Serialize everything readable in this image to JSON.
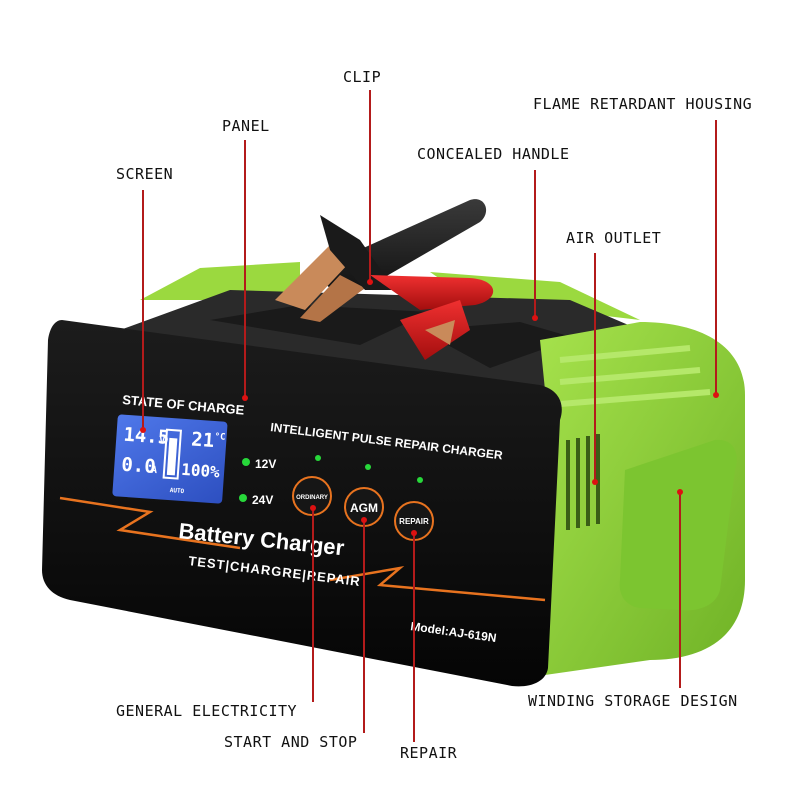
{
  "callouts": {
    "clip": "CLIP",
    "flame_retardant_housing": "FLAME RETARDANT HOUSING",
    "panel": "PANEL",
    "concealed_handle": "CONCEALED HANDLE",
    "screen": "SCREEN",
    "air_outlet": "AIR OUTLET",
    "general_electricity": "GENERAL ELECTRICITY",
    "start_and_stop": "START AND STOP",
    "repair": "REPAIR",
    "winding_storage_design": "WINDING STORAGE DESIGN"
  },
  "device": {
    "state_of_charge": "STATE OF CHARGE",
    "headline": "INTELLIGENT PULSE REPAIR CHARGER",
    "brand": "Battery Charger",
    "tagline": "TEST|CHARGRE|REPAIR",
    "model": "Model:AJ-619N",
    "indicator_12v": "12V",
    "indicator_24v": "24V",
    "lcd": {
      "voltage": "14.5",
      "voltage_unit": "V",
      "current": "0.0",
      "current_unit": "A",
      "temperature": "21",
      "temperature_unit": "°C",
      "percent": "100%",
      "mode": "AUTO"
    },
    "buttons": {
      "ordinary": "ORDINARY",
      "agm": "AGM",
      "repair": "REPAIR"
    }
  },
  "colors": {
    "housing_green": "#8bd23a",
    "panel_black": "#111111",
    "lcd_blue": "#3d63d8",
    "indicator_green": "#27d83a",
    "accent_orange": "#e8731f",
    "clip_red": "#d11a1a",
    "leader_red": "#b31b1b"
  }
}
